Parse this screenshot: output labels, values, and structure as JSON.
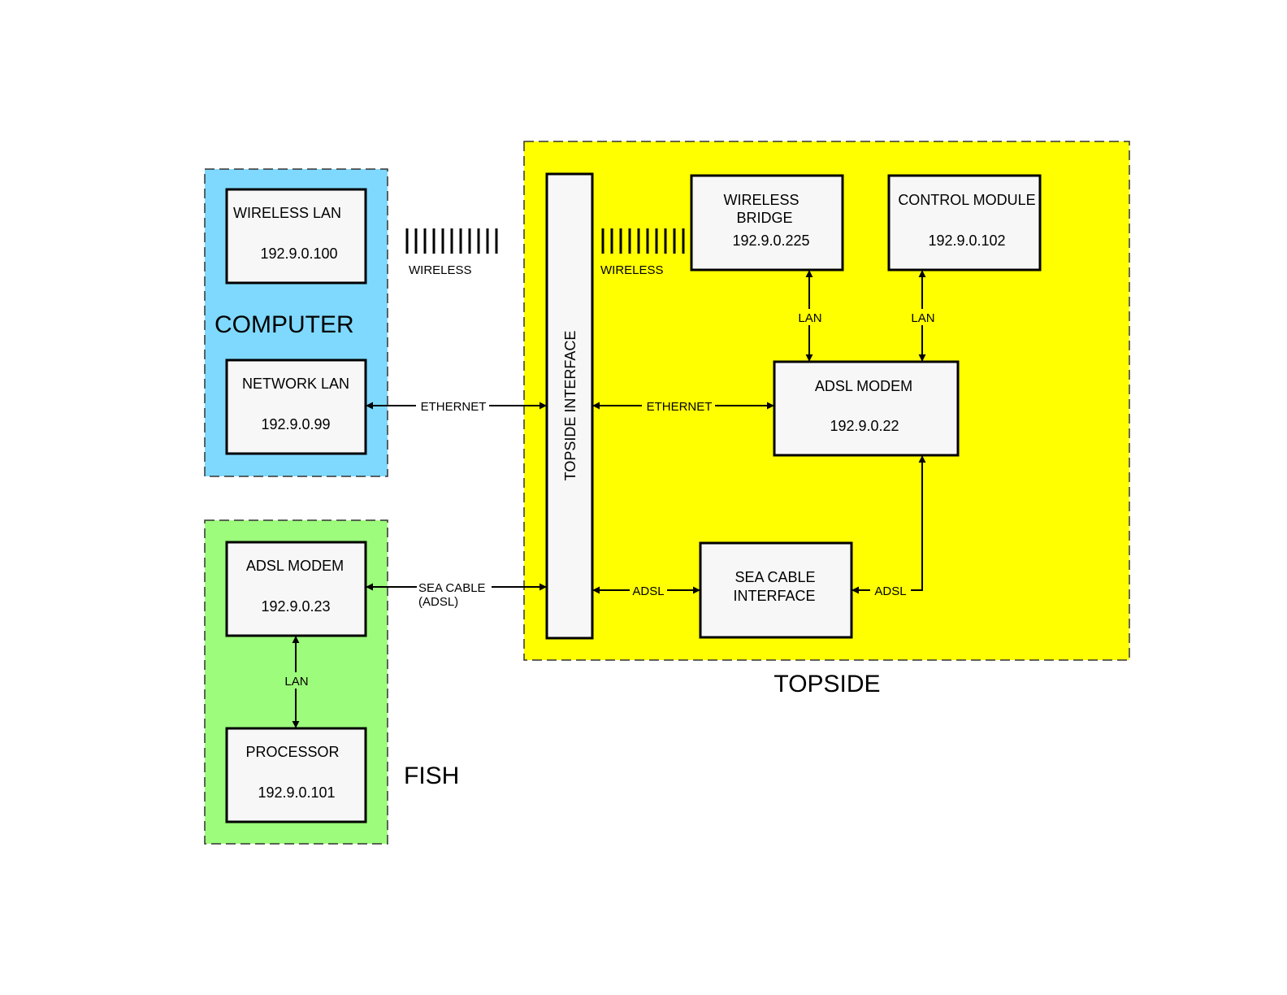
{
  "colors": {
    "computer": "#7fd9ff",
    "fish": "#9dfc7c",
    "topside": "#ffff00",
    "box": "#f7f7f7",
    "line": "#000000"
  },
  "groups": {
    "computer": "COMPUTER",
    "fish": "FISH",
    "topside": "TOPSIDE"
  },
  "boxes": {
    "wireless_lan": {
      "title": "WIRELESS LAN",
      "ip": "192.9.0.100"
    },
    "network_lan": {
      "title": "NETWORK LAN",
      "ip": "192.9.0.99"
    },
    "fish_adsl_modem": {
      "title": "ADSL MODEM",
      "ip": "192.9.0.23"
    },
    "processor": {
      "title": "PROCESSOR",
      "ip": "192.9.0.101"
    },
    "topside_interface": {
      "title": "TOPSIDE INTERFACE"
    },
    "wireless_bridge": {
      "title_line1": "WIRELESS",
      "title_line2": "BRIDGE",
      "ip": "192.9.0.225"
    },
    "control_module": {
      "title": "CONTROL MODULE",
      "ip": "192.9.0.102"
    },
    "topside_adsl_modem": {
      "title": "ADSL MODEM",
      "ip": "192.9.0.22"
    },
    "sea_cable_interface": {
      "title_line1": "SEA CABLE",
      "title_line2": "INTERFACE"
    }
  },
  "connections": {
    "wireless_left": "WIRELESS",
    "wireless_right": "WIRELESS",
    "ethernet_left": "ETHERNET",
    "ethernet_right": "ETHERNET",
    "sea_cable_line1": "SEA CABLE",
    "sea_cable_line2": "(ADSL)",
    "lan_bridge": "LAN",
    "lan_control": "LAN",
    "lan_fish": "LAN",
    "adsl_left": "ADSL",
    "adsl_right": "ADSL"
  }
}
